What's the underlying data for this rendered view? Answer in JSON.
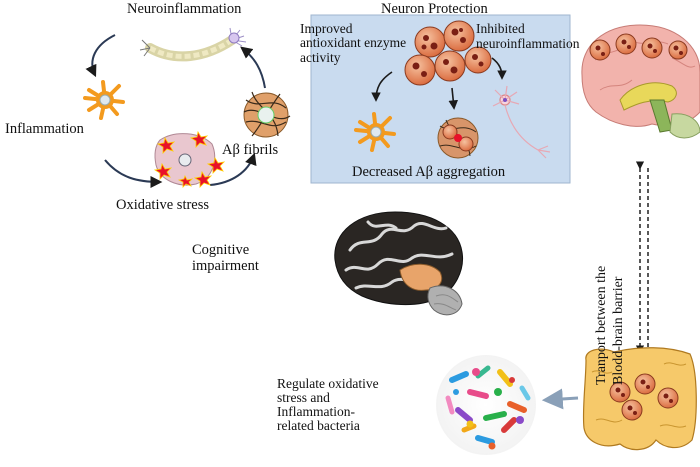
{
  "labels": {
    "neuroinflammation": "Neuroinflammation",
    "neuron_protection": "Neuron Protection",
    "improved_antioxidant": [
      "Improved",
      "antioxidant enzyme",
      "activity"
    ],
    "inhibited_neuroinflammation": [
      "Inhibited",
      "neuroinflammation"
    ],
    "inflammation": "Inflammation",
    "abeta_fibrils": "Aβ fibrils",
    "oxidative_stress": "Oxidative stress",
    "decreased_abeta": "Decreased Aβ aggregation",
    "cognitive_impairment": [
      "Cognitive",
      "impairment"
    ],
    "transport_bbb": [
      "Tranport between the",
      "Blodd-brain barrier"
    ],
    "regulate_bacteria": [
      "Regulate oxidative",
      "stress and",
      "Inflammation-",
      "related bacteria"
    ]
  },
  "colors": {
    "box_fill": "#c9dbef",
    "glia_orange": "#f39a1e",
    "red_star": "#e8102a",
    "nanoparticle": "#e98b5a",
    "nanoparticle_core": "#7a1f14",
    "brain_pink": "#f2b3ac",
    "gut_yellow": "#f6c96a"
  },
  "icons": [
    "neuron-icon",
    "microglia-icon",
    "nanoparticle-cluster-icon",
    "brain-icon",
    "intestine-icon",
    "bacteria-icon",
    "cycle-arrow-icon"
  ]
}
